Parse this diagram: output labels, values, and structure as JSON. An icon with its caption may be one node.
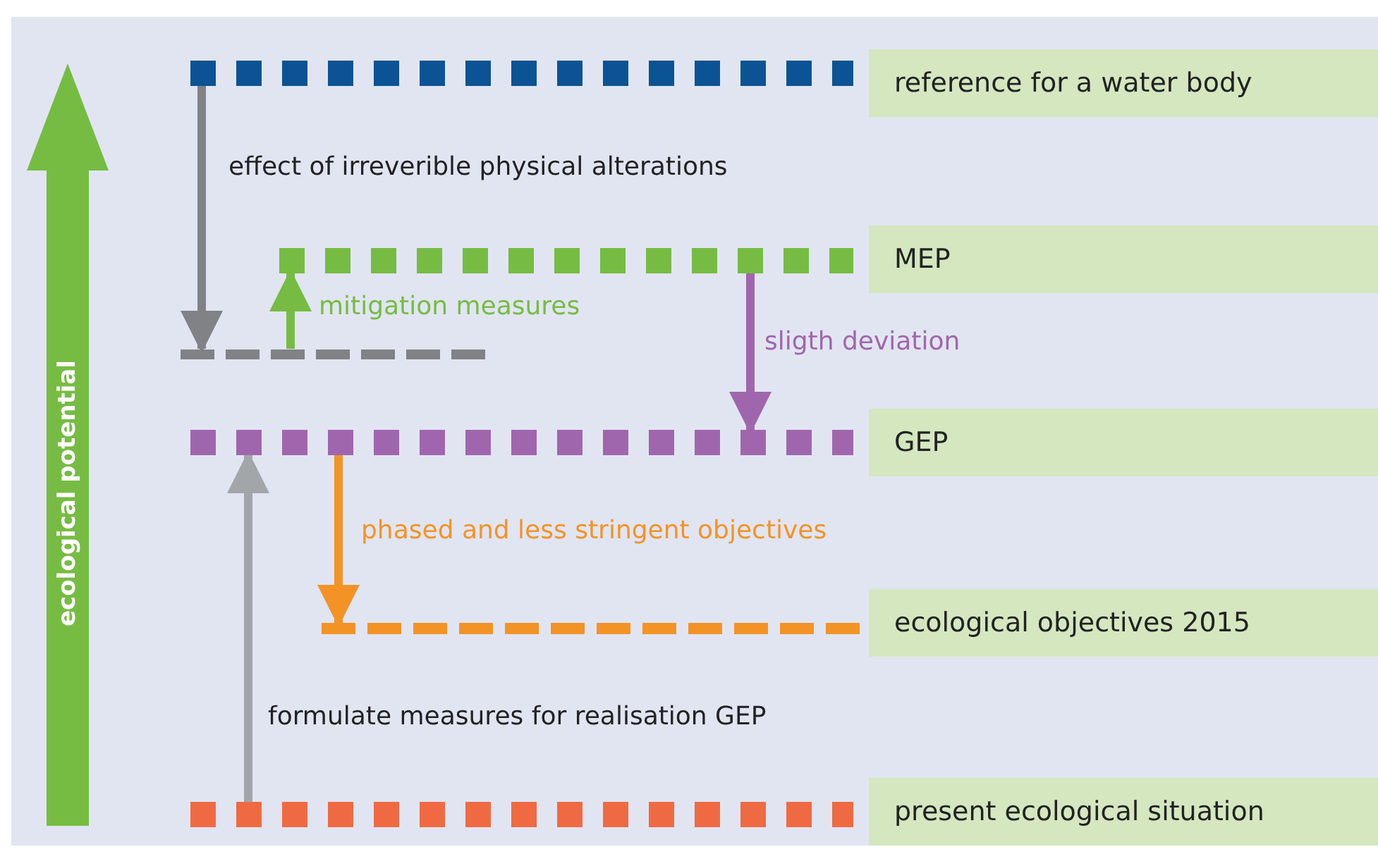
{
  "diagram": {
    "nodes": [
      {
        "text": [
          "reference for a water body"
        ]
      },
      {
        "text": [
          "MEP"
        ]
      },
      {
        "text": [
          "GEP"
        ]
      },
      {
        "text": [
          "ecological objectives 2015"
        ]
      },
      {
        "text": [
          "present ecological situation"
        ]
      },
      {
        "text": [],
        "shape": "bar"
      },
      {
        "text": [],
        "shape": "bar"
      },
      {
        "text": [],
        "shape": "bar"
      },
      {
        "text": [],
        "shape": "bar"
      },
      {
        "text": [],
        "shape": "bar"
      },
      {
        "text": [],
        "shape": "bar"
      }
    ],
    "edges": [
      {
        "from": 5,
        "to": 7,
        "arrow": "to",
        "label": "effect of irreverible physical alterations",
        "color": "#808285"
      },
      {
        "from": 7,
        "to": 6,
        "arrow": "to",
        "label": "mitigation measures",
        "color": "#76bc43"
      },
      {
        "from": 6,
        "to": 8,
        "arrow": "to",
        "label": "sligth deviation",
        "color": "#a066ad"
      },
      {
        "from": 8,
        "to": 9,
        "arrow": "to",
        "label": "phased and less stringent objectives",
        "color": "#f39325"
      },
      {
        "from": 10,
        "to": 8,
        "arrow": "to",
        "label": "formulate measures for realisation GEP",
        "color": "#a3a6a9"
      }
    ],
    "labels": [
      "ecological potential"
    ]
  }
}
